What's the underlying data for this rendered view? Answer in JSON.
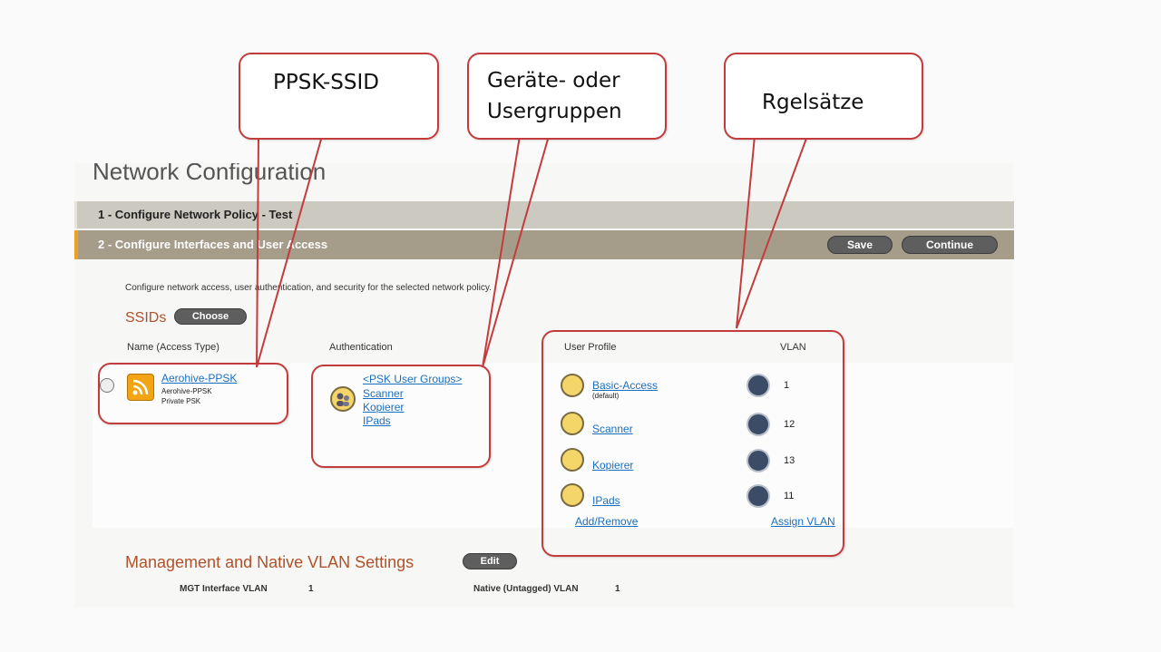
{
  "page": {
    "title": "Network Configuration"
  },
  "steps": {
    "step1": "1 - Configure Network Policy - Test",
    "step2": "2 - Configure Interfaces and User Access",
    "save_label": "Save",
    "continue_label": "Continue"
  },
  "intro_text": "Configure network access, user authentication, and security for the selected network policy.",
  "ssids": {
    "heading": "SSIDs",
    "choose_label": "Choose",
    "col_name": "Name (Access Type)",
    "col_auth": "Authentication",
    "col_profile": "User Profile",
    "col_vlan": "VLAN",
    "ssid": {
      "name": "Aerohive-PPSK",
      "sub1": "Aerohive-PPSK",
      "sub2": "Private PSK"
    },
    "auth": {
      "group_header": "<PSK User Groups>",
      "groups": [
        "Scanner",
        "Kopierer",
        "IPads"
      ]
    },
    "profiles": [
      {
        "name": "Basic-Access",
        "note": "(default)",
        "vlan": "1"
      },
      {
        "name": "Scanner",
        "note": "",
        "vlan": "12"
      },
      {
        "name": "Kopierer",
        "note": "",
        "vlan": "13"
      },
      {
        "name": "IPads",
        "note": "",
        "vlan": "11"
      }
    ],
    "add_remove": "Add/Remove",
    "assign_vlan": "Assign VLAN"
  },
  "management": {
    "heading": "Management and Native VLAN Settings",
    "edit_label": "Edit",
    "mgt_label": "MGT Interface VLAN",
    "mgt_value": "1",
    "native_label": "Native (Untagged) VLAN",
    "native_value": "1"
  },
  "annotations": {
    "ppsk": "PPSK-SSID",
    "groups_line1": "Geräte- oder",
    "groups_line2": "Usergruppen",
    "rules": "Rgelsätze",
    "color": "#c33c3c"
  },
  "icons": {
    "ssid": "wifi-rss-icon",
    "group": "user-group-icon",
    "profile": "user-avatar-icon",
    "vlan": "network-vlan-icon"
  }
}
